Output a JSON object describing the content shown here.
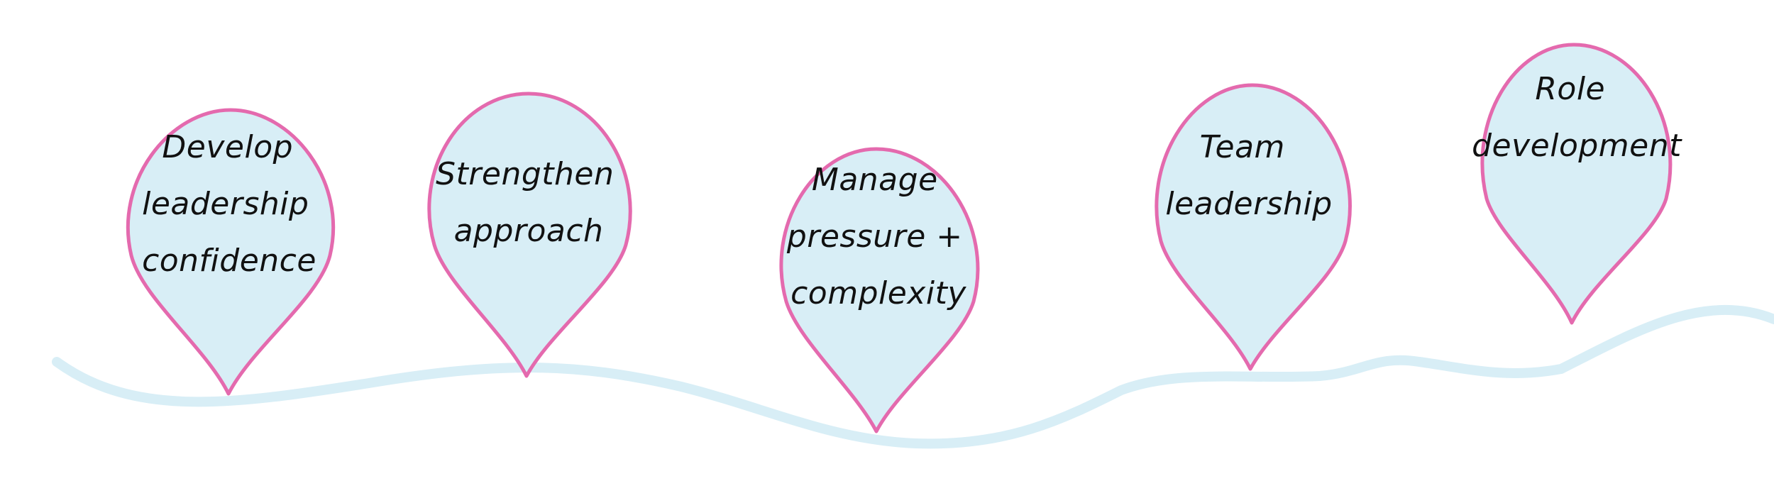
{
  "diagram": {
    "colors": {
      "background": "#ffffff",
      "path_stroke": "#d8eef6",
      "pin_fill": "#d8eef6",
      "pin_stroke": "#e46aae",
      "text": "#111111"
    },
    "milestones": [
      {
        "id": "develop",
        "lines": [
          "Develop",
          "leadership",
          "confidence"
        ]
      },
      {
        "id": "strengthen",
        "lines": [
          "Strengthen",
          "approach"
        ]
      },
      {
        "id": "manage",
        "lines": [
          "Manage",
          "pressure +",
          "complexity"
        ]
      },
      {
        "id": "team",
        "lines": [
          "Team",
          "leadership"
        ]
      },
      {
        "id": "role",
        "lines": [
          "Role",
          "development"
        ]
      }
    ]
  }
}
